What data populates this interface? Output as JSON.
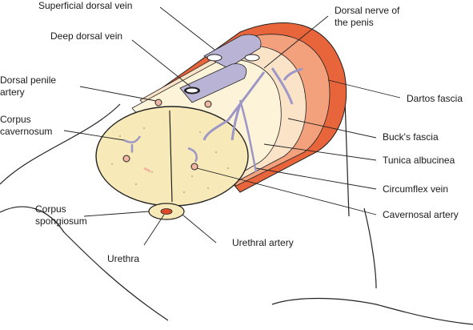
{
  "labels": {
    "superficial_dorsal_vein": "Superficial dorsal vein",
    "dorsal_nerve": "Dorsal nerve of\nthe penis",
    "deep_dorsal_vein": "Deep dorsal vein",
    "dorsal_penile_artery": "Dorsal penile\nartery",
    "dartos_fascia": "Dartos fascia",
    "corpus_cavernosum": "Corpus\ncavernosum",
    "bucks_fascia": "Buck's fascia",
    "tunica_albuginea": "Tunica albucinea",
    "circumflex_vein": "Circumflex vein",
    "cavernosal_artery": "Cavernosal artery",
    "corpus_spongiosum": "Corpus\nspongiosum",
    "urethral_artery": "Urethral artery",
    "urethra": "Urethra"
  },
  "colors": {
    "dartos": "#e8643a",
    "dartos_light": "#f3a07c",
    "bucks": "#fbe3c8",
    "tunica": "#fdf3d9",
    "cavernosum": "#f7eab8",
    "vein": "#b9b4d6",
    "artery": "#f0b7a4",
    "urethra": "#d94a2a"
  }
}
